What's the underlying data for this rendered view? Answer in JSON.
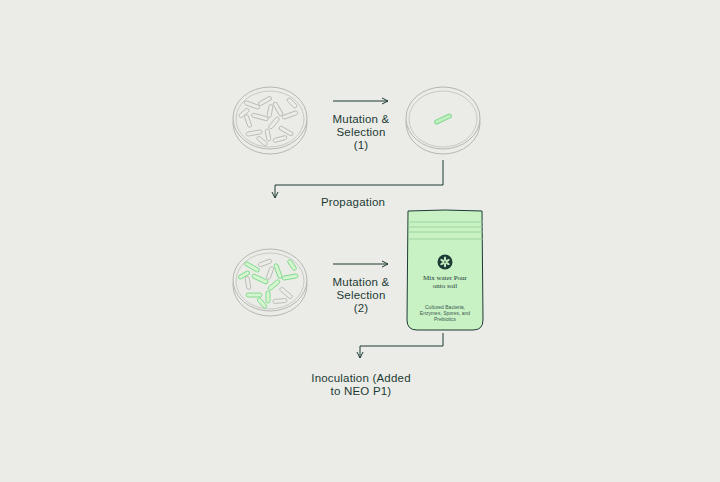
{
  "diagram": {
    "nodes": [
      {
        "text": [
          "Mix water Pour onto soil",
          "Cultured Bacteria, Enzymes, Spores, and Prebiotics"
        ]
      }
    ],
    "labels": [
      "Mutation & Selection (1)",
      "Propagation",
      "Mutation & Selection (2)",
      "Inoculation (Added to NEO P1)"
    ]
  }
}
